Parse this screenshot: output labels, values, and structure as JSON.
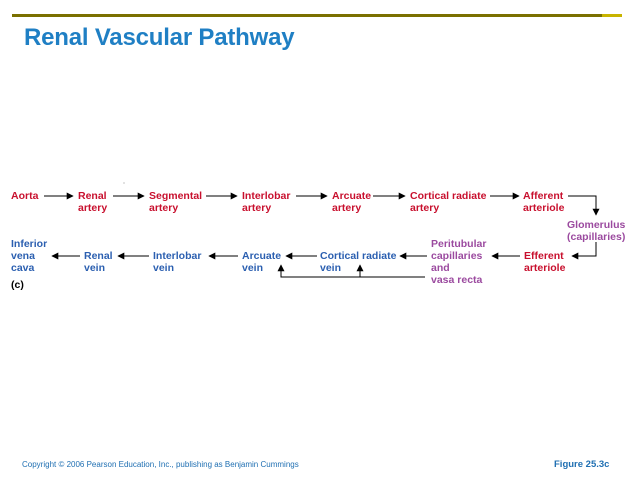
{
  "title": "Renal Vascular Pathway",
  "panel_label": "(c)",
  "footer": {
    "copyright": "Copyright © 2006 Pearson Education, Inc., publishing as Benjamin Cummings",
    "figure_label": "Figure 25.3c"
  },
  "nodes": {
    "aorta": [
      "Aorta"
    ],
    "renal_artery": [
      "Renal",
      "artery"
    ],
    "segmental_artery": [
      "Segmental",
      "artery"
    ],
    "interlobar_artery": [
      "Interlobar",
      "artery"
    ],
    "arcuate_artery": [
      "Arcuate",
      "artery"
    ],
    "cortical_radiate_artery": [
      "Cortical radiate",
      "artery"
    ],
    "afferent_arteriole": [
      "Afferent",
      "arteriole"
    ],
    "glomerulus": [
      "Glomerulus",
      "(capillaries)"
    ],
    "efferent_arteriole": [
      "Efferent",
      "arteriole"
    ],
    "peritubular": [
      "Peritubular",
      "capillaries",
      "and",
      "vasa recta"
    ],
    "cortical_radiate_vein": [
      "Cortical radiate",
      "vein"
    ],
    "arcuate_vein": [
      "Arcuate",
      "vein"
    ],
    "interlobar_vein": [
      "Interlobar",
      "vein"
    ],
    "renal_vein": [
      "Renal",
      "vein"
    ],
    "inferior_vena_cava": [
      "Inferior",
      "vena",
      "cava"
    ]
  },
  "colors": {
    "title": "#1f7fc4",
    "artery": "#c8102e",
    "vein": "#2b5fb0",
    "capillary": "#9b4a9f",
    "arrow": "#000000",
    "footer": "#1f6fb2",
    "top_rule": "#7a7000"
  }
}
